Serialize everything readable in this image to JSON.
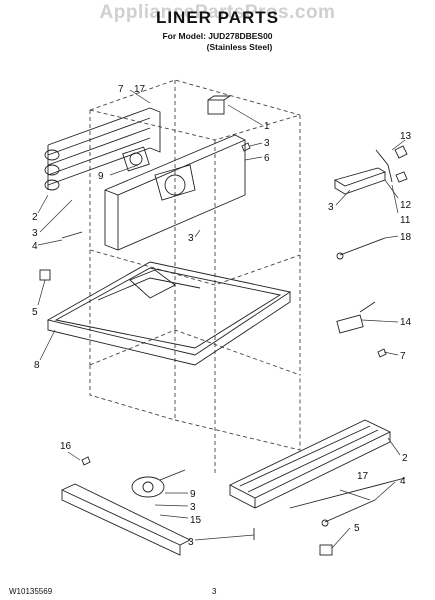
{
  "header": {
    "watermark": "AppliancePartsPros.com",
    "title": "LINER PARTS",
    "model_line": "For Model: JUD278DBES00",
    "finish_line": "(Stainless Steel)"
  },
  "footer": {
    "doc_number": "W10135569",
    "page_number": "3"
  },
  "callouts": {
    "c1": "1",
    "c3a": "3",
    "c6": "6",
    "c7a": "7",
    "c17a": "17",
    "c9a": "9",
    "c2a": "2",
    "c3b": "3",
    "c4a": "4",
    "c5a": "5",
    "c3c": "3",
    "c8": "8",
    "c13": "13",
    "c3d": "3",
    "c12": "12",
    "c11": "11",
    "c18": "18",
    "c14": "14",
    "c7b": "7",
    "c16": "16",
    "c9b": "9",
    "c3e": "3",
    "c15": "15",
    "c3f": "3",
    "c2b": "2",
    "c17b": "17",
    "c4b": "4",
    "c5b": "5"
  }
}
